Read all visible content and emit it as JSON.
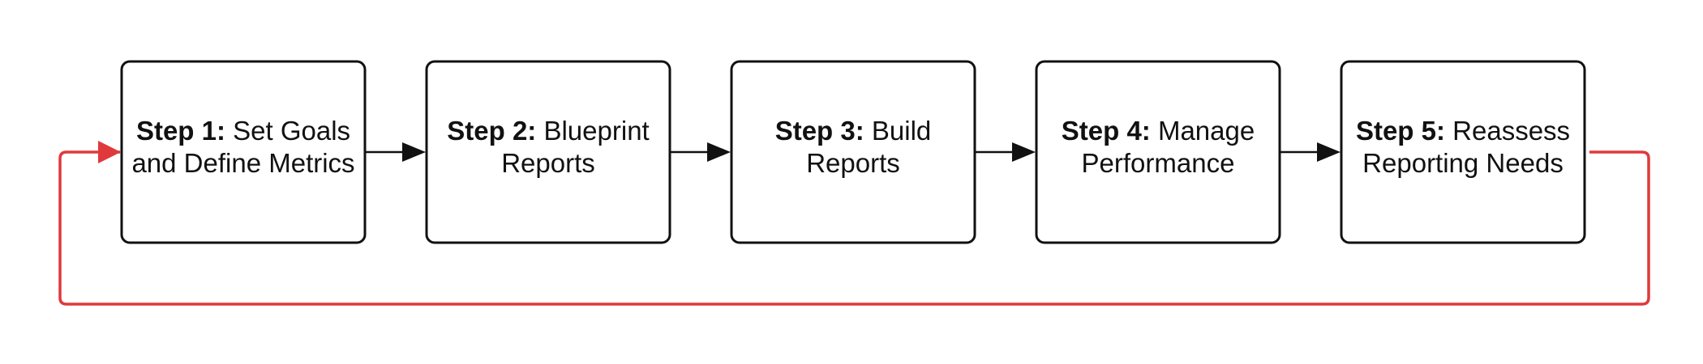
{
  "colors": {
    "box_border": "#111111",
    "arrow": "#111111",
    "loop_arrow": "#e0393b",
    "background": "#ffffff"
  },
  "steps": [
    {
      "step": "Step 1:",
      "line1_rest": "Set Goals",
      "line2": "and Define Metrics"
    },
    {
      "step": "Step 2:",
      "line1_rest": "Blueprint",
      "line2": "Reports"
    },
    {
      "step": "Step 3:",
      "line1_rest": "Build",
      "line2": "Reports"
    },
    {
      "step": "Step 4:",
      "line1_rest": "Manage",
      "line2": "Performance"
    },
    {
      "step": "Step 5:",
      "line1_rest": "Reassess",
      "line2": "Reporting Needs"
    }
  ],
  "connectors": [
    {
      "from": 1,
      "to": 2
    },
    {
      "from": 2,
      "to": 3
    },
    {
      "from": 3,
      "to": 4
    },
    {
      "from": 4,
      "to": 5
    }
  ],
  "loop": {
    "from": 5,
    "to": 1
  }
}
